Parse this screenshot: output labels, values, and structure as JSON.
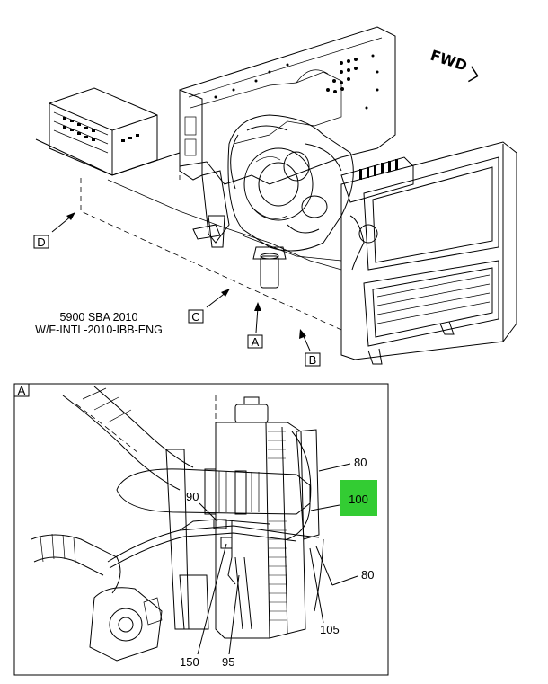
{
  "orientation": {
    "label": "FWD"
  },
  "caption": {
    "line1": "5900 SBA 2010",
    "line2": "W/F-INTL-2010-IBB-ENG"
  },
  "view_labels": {
    "a": "A",
    "b": "B",
    "c": "C",
    "d": "D"
  },
  "detail": {
    "label": "A",
    "callouts": {
      "p80_top": "80",
      "p100": "100",
      "p90": "90",
      "p80_bottom": "80",
      "p105": "105",
      "p150": "150",
      "p95": "95"
    },
    "highlight_color": "#33cc33"
  }
}
